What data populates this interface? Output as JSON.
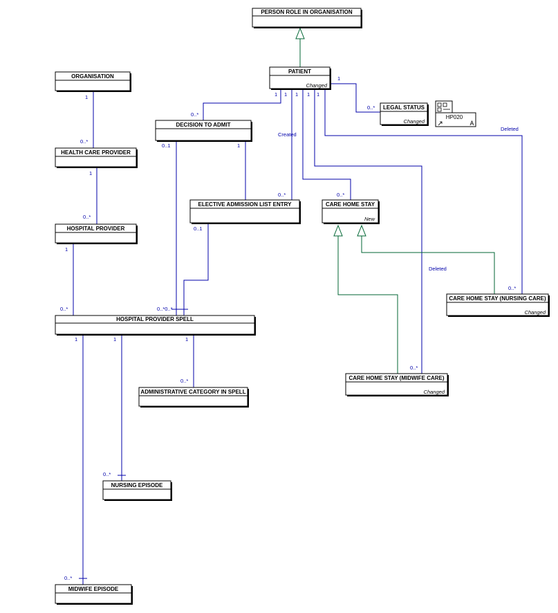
{
  "colors": {
    "association": "#0000aa",
    "generalisation": "#006633",
    "text": "#000000"
  },
  "classes": {
    "person_role": {
      "name": "PERSON ROLE IN ORGANISATION",
      "stereo": ""
    },
    "patient": {
      "name": "PATIENT",
      "stereo": "Changed"
    },
    "organisation": {
      "name": "ORGANISATION",
      "stereo": ""
    },
    "legal_status": {
      "name": "LEGAL STATUS",
      "stereo": "Changed"
    },
    "decision_to_admit": {
      "name": "DECISION TO ADMIT",
      "stereo": ""
    },
    "health_care_provider": {
      "name": "HEALTH CARE PROVIDER",
      "stereo": ""
    },
    "elective_admission": {
      "name": "ELECTIVE ADMISSION LIST ENTRY",
      "stereo": ""
    },
    "care_home_stay": {
      "name": "CARE HOME STAY",
      "stereo": "New"
    },
    "hospital_provider": {
      "name": "HOSPITAL PROVIDER",
      "stereo": ""
    },
    "care_home_nursing": {
      "name": "CARE HOME STAY (NURSING CARE)",
      "stereo": "Changed"
    },
    "hospital_provider_spell": {
      "name": "HOSPITAL PROVIDER SPELL",
      "stereo": ""
    },
    "care_home_midwife": {
      "name": "CARE HOME STAY (MIDWIFE CARE)",
      "stereo": "Changed"
    },
    "admin_category": {
      "name": "ADMINISTRATIVE CATEGORY IN SPELL",
      "stereo": ""
    },
    "nursing_episode": {
      "name": "NURSING EPISODE",
      "stereo": ""
    },
    "midwife_episode": {
      "name": "MIDWIFE EPISODE",
      "stereo": ""
    }
  },
  "package": {
    "name": "HP020"
  },
  "notes": {
    "created": "Created",
    "deleted_1": "Deleted",
    "deleted_2": "Deleted"
  },
  "multiplicities": {
    "org_1": "1",
    "org_many": "0..*",
    "hcp_1": "1",
    "hcp_many": "0..*",
    "hp_1": "1",
    "hp_many": "0..*",
    "pat_legal_1": "1",
    "legal_many": "0..*",
    "pat_dta_1": "1",
    "dta_many": "0..*",
    "pat_ele_1": "1",
    "ele_many": "0..*",
    "pat_chs_1": "1",
    "chs_many": "0..*",
    "pat_mid_1": "1",
    "mid_many": "0..*",
    "pat_nurs_1": "1",
    "nurs_many": "0..*",
    "dta_spell_01": "0..1",
    "dta_ele_1": "1",
    "ele_spell_01": "0..1",
    "spell_many": "0..*0..*",
    "spell_admin_1": "1",
    "admin_many": "0..*",
    "spell_nursing_1": "1",
    "nursing_many": "0..*",
    "spell_midwife_1": "1",
    "midwife_many": "0..*"
  }
}
